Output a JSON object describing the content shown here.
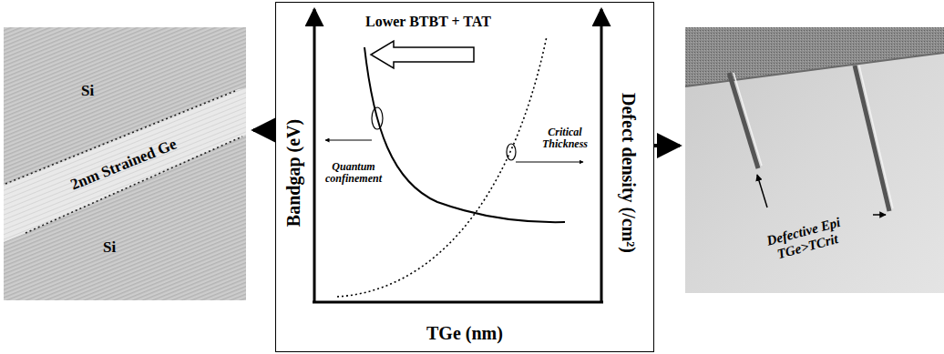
{
  "diagram": {
    "labels": [
      "Si",
      "2nm Strained Ge",
      "Si",
      "Lower BTBT + TAT",
      "Bandgap (eV)",
      "Quantum confinement",
      "Critical Thickness",
      "Defect density (/cm²)",
      "TGe (nm)",
      "Defective Epi TGe>TCrit"
    ]
  }
}
